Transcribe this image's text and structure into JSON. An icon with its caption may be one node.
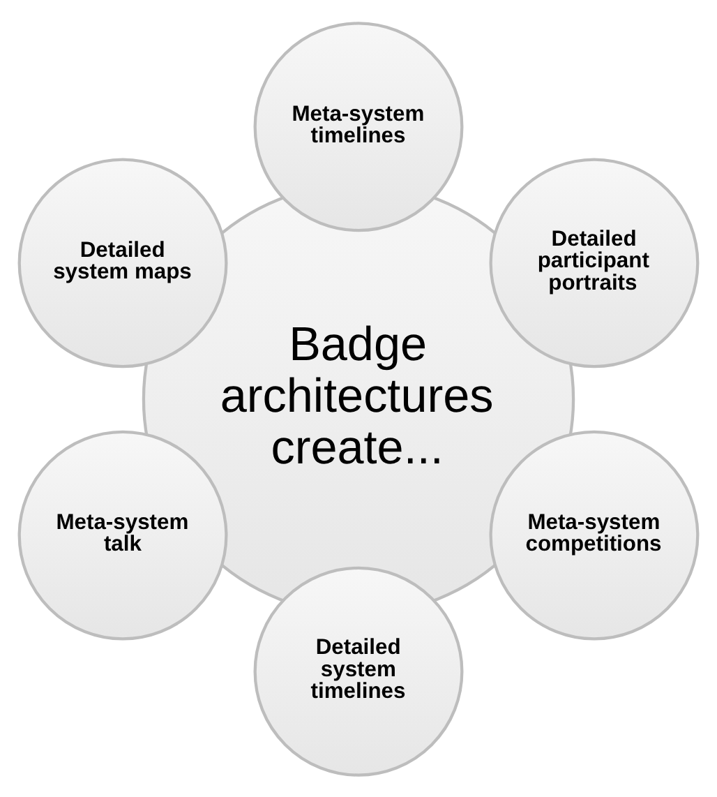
{
  "diagram": {
    "nodes": [
      {
        "text": [
          "Badge architectures create..."
        ]
      },
      {
        "text": [
          "Detailed participant portraits"
        ]
      },
      {
        "text": [
          "Meta-system timelines"
        ]
      },
      {
        "text": [
          "Detailed system maps"
        ]
      },
      {
        "text": [
          "Meta-system talk"
        ]
      },
      {
        "text": [
          "Detailed system timelines"
        ]
      },
      {
        "text": [
          "Meta-system competitions"
        ]
      }
    ],
    "edges": []
  }
}
